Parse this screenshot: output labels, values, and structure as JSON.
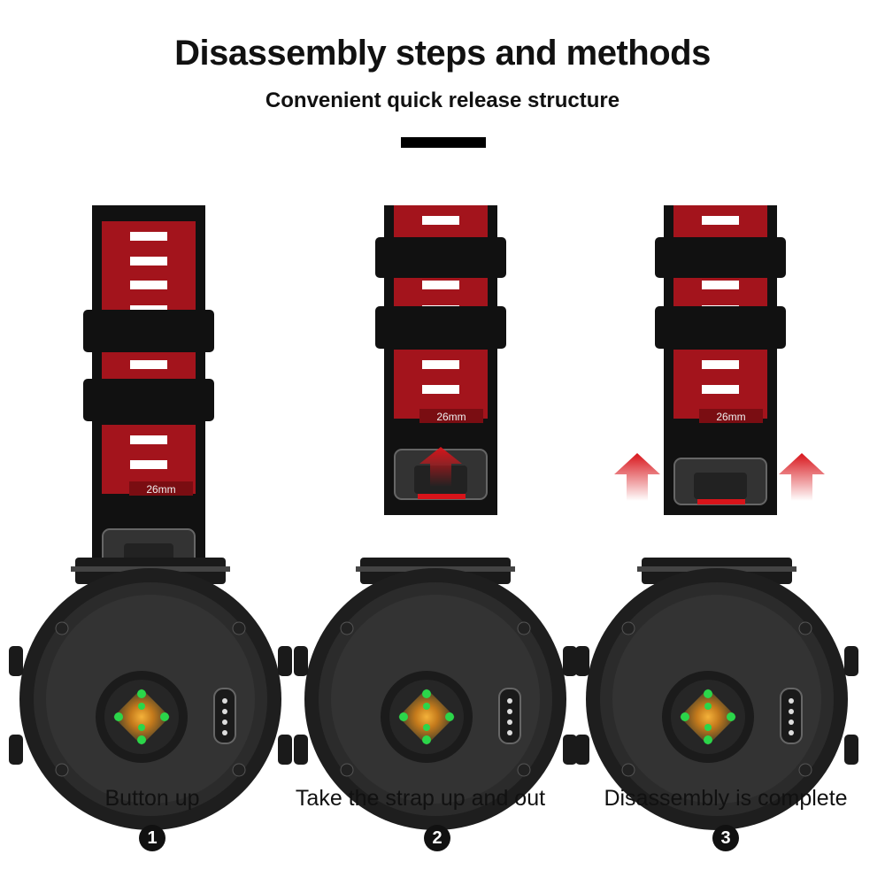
{
  "header": {
    "title": "Disassembly steps and methods",
    "subtitle": "Convenient quick release structure"
  },
  "steps": [
    {
      "label": "Button up",
      "number": "1"
    },
    {
      "label": "Take the strap up and out",
      "number": "2"
    },
    {
      "label": "Disassembly is complete",
      "number": "3"
    }
  ],
  "strap_size_label": "26mm",
  "colors": {
    "strap_red": "#a3141c",
    "strap_black": "#111111",
    "watch_body": "#2a2a2a",
    "sensor_green": "#2bd64a",
    "arrow_red": "#d8141a"
  }
}
